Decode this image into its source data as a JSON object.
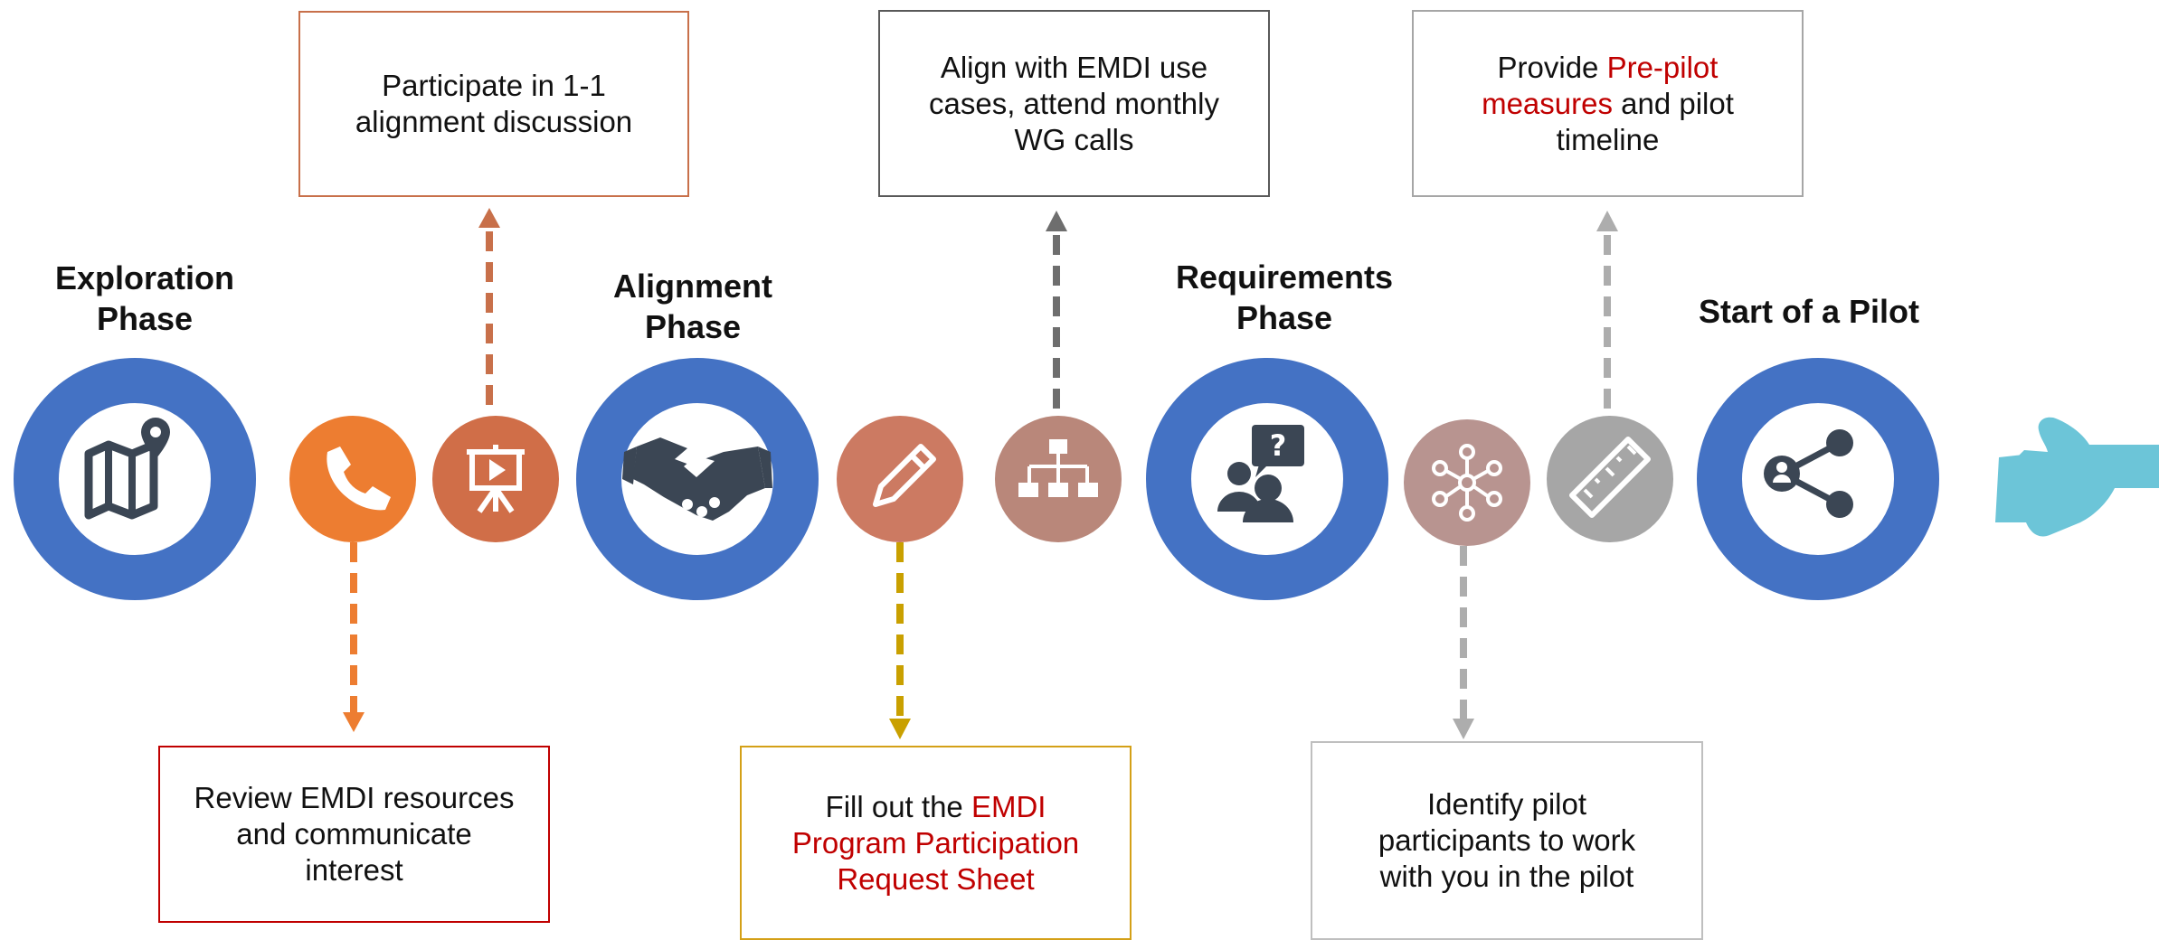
{
  "colors": {
    "phase_ring": "#4472C4",
    "phone": "#ED7D31",
    "presentation": "#D06E48",
    "pencil": "#CC7A62",
    "org_chart": "#B9877A",
    "network": "#B89490",
    "ruler": "#A6A6A6",
    "icon_dark": "#3B4654",
    "hand": "#6CC5D8",
    "highlight": "#C00000"
  },
  "phases": [
    {
      "title_line1": "Exploration",
      "title_line2": "Phase",
      "icon": "map-pin-icon"
    },
    {
      "title_line1": "Alignment",
      "title_line2": "Phase",
      "icon": "handshake-icon"
    },
    {
      "title_line1": "Requirements",
      "title_line2": "Phase",
      "icon": "people-question-icon"
    },
    {
      "title_line1": "Start of a Pilot",
      "title_line2": "",
      "icon": "share-person-icon"
    }
  ],
  "steps": [
    {
      "icon": "phone-icon",
      "color": "#ED7D31"
    },
    {
      "icon": "presentation-icon",
      "color": "#D06E48"
    },
    {
      "icon": "pencil-icon",
      "color": "#CC7A62"
    },
    {
      "icon": "org-chart-icon",
      "color": "#B9877A"
    },
    {
      "icon": "network-icon",
      "color": "#B89490"
    },
    {
      "icon": "ruler-icon",
      "color": "#A6A6A6"
    }
  ],
  "boxes": {
    "participate": {
      "line1": "Participate in 1-1",
      "line2": "alignment discussion",
      "border": "#C8704A"
    },
    "align": {
      "line1": "Align with EMDI use",
      "line2": "cases, attend monthly",
      "line3": "WG calls",
      "border": "#595959"
    },
    "provide": {
      "pre": "Provide ",
      "hl1": "Pre-pilot",
      "hl2": "measures",
      "post": " and pilot",
      "line3": "timeline",
      "border": "#A6A6A6"
    },
    "review": {
      "line1": "Review EMDI resources",
      "line2": "and communicate",
      "line3": "interest",
      "border": "#C00000"
    },
    "fill": {
      "pre": "Fill out the ",
      "hl1": "EMDI",
      "hl2": "Program Participation",
      "hl3": "Request Sheet",
      "border": "#D4A017"
    },
    "identify": {
      "line1": "Identify pilot",
      "line2": "participants to work",
      "line3": "with you in the pilot",
      "border": "#BFBFBF"
    }
  },
  "arrows": {
    "participate_color": "#C8704A",
    "review_color": "#ED7D31",
    "align_color": "#6E6E6E",
    "fill_color": "#C9A000",
    "provide_color": "#ADADAD",
    "identify_color": "#ADADAD"
  }
}
